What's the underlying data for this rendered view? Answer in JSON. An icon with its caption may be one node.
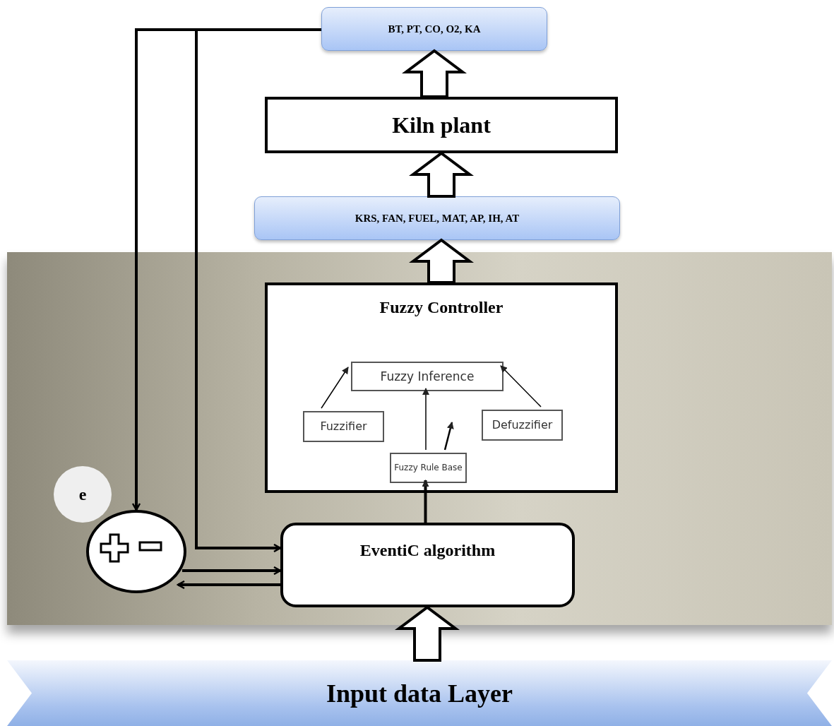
{
  "diagram": {
    "nodes": [
      {
        "text": [
          "BT, PT, CO, O2, KA"
        ]
      },
      {
        "text": [
          "Kiln plant"
        ]
      },
      {
        "text": [
          "KRS, FAN, FUEL, MAT, AP, IH, AT"
        ]
      },
      {
        "text": [
          "Fuzzy Controller"
        ]
      },
      {
        "text": [
          "Fuzzy Inference"
        ],
        "in": 3
      },
      {
        "text": [
          "Fuzzifier"
        ],
        "in": 3
      },
      {
        "text": [
          "Defuzzifier"
        ],
        "in": 3
      },
      {
        "text": [
          "Fuzzy Rule Base"
        ],
        "in": 3
      },
      {
        "text": [
          "e"
        ]
      },
      {
        "text": [],
        "shape": "circle"
      },
      {
        "text": [
          "EventiC algorithm"
        ]
      },
      {
        "text": [
          "Input data Layer"
        ]
      }
    ],
    "edges": [
      {
        "from": 2,
        "to": 1,
        "arrow": "to",
        "style": "thick"
      },
      {
        "from": 1,
        "to": 0,
        "arrow": "to",
        "style": "thick"
      },
      {
        "from": 3,
        "to": 2,
        "arrow": "to",
        "style": "thick"
      },
      {
        "from": 11,
        "to": 10,
        "arrow": "to",
        "style": "thick"
      },
      {
        "from": 0,
        "to": 9,
        "arrow": "to"
      },
      {
        "from": 0,
        "to": 10,
        "arrow": "to"
      },
      {
        "from": 9,
        "to": 10,
        "arrow": "to"
      },
      {
        "from": 10,
        "to": 9,
        "arrow": "to"
      },
      {
        "from": 5,
        "to": 4,
        "arrow": "to"
      },
      {
        "from": 7,
        "to": 4,
        "arrow": "to"
      },
      {
        "from": 6,
        "to": 4,
        "arrow": "to"
      },
      {
        "from": 10,
        "to": 7,
        "arrow": "to"
      },
      {
        "from": 7,
        "to": null,
        "arrow": "to"
      }
    ]
  }
}
